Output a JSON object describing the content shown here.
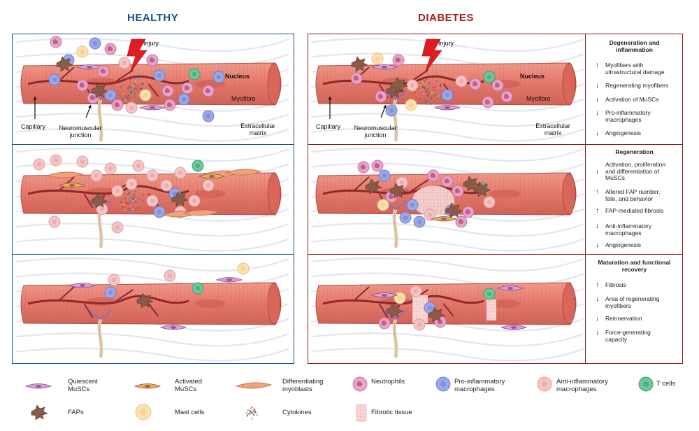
{
  "columns": {
    "healthy": "HEALTHY",
    "diabetes": "DIABETES"
  },
  "healthy_labels": {
    "injury": "Injury",
    "nucleus": "Nucleus",
    "myofibre": "Myofibre",
    "capillary": "Capillary",
    "nmj_line1": "Neuromuscular",
    "nmj_line2": "junction",
    "ecm_line1": "Extracellular",
    "ecm_line2": "matrix"
  },
  "diabetes_labels": {
    "injury": "Injury",
    "nucleus": "Nucleus",
    "myofibre": "Myofibre",
    "capillary": "Capillary",
    "nmj_line1": "Neuromuscular",
    "nmj_line2": "junction",
    "ecm_line1": "Extracellular",
    "ecm_line2": "matrix"
  },
  "sidebar": [
    {
      "title_line1": "Degeneration and",
      "title_line2": "inflammation",
      "items": [
        {
          "dir": "↑",
          "line1": "Myofibers with",
          "line2": "ultrastructural damage"
        },
        {
          "dir": "↓",
          "line1": "Regenerating myofibers",
          "line2": ""
        },
        {
          "dir": "↓",
          "line1": "Activation of MuSCs",
          "line2": ""
        },
        {
          "dir": "↓",
          "line1": "Pro-inflammatory",
          "line2": "macrophages"
        },
        {
          "dir": "↓",
          "line1": "Angiogenesis",
          "line2": ""
        }
      ]
    },
    {
      "title_line1": "Regeneration",
      "title_line2": "",
      "items": [
        {
          "dir": "↓",
          "line1": "Activation, proliferation",
          "line2": "and differentiation of",
          "line3": "MuSCs"
        },
        {
          "dir": "↑",
          "line1": "Altered FAP number,",
          "line2": "fate, and behavior"
        },
        {
          "dir": "↑",
          "line1": "FAP-mediated  fibrosis",
          "line2": ""
        },
        {
          "dir": "↓",
          "line1": "Anti-inflammatory",
          "line2": "macrophages"
        },
        {
          "dir": "↓",
          "line1": "Angiogenesis",
          "line2": ""
        }
      ]
    },
    {
      "title_line1": "Maturation and functional",
      "title_line2": "recovery",
      "items": [
        {
          "dir": "↑",
          "line1": "Fibrosis",
          "line2": ""
        },
        {
          "dir": "↓",
          "line1": "Area of regenerating",
          "line2": "myofibers"
        },
        {
          "dir": "↓",
          "line1": "Reinnervation",
          "line2": ""
        },
        {
          "dir": "↓",
          "line1": "Force-generating",
          "line2": "capacity"
        }
      ]
    }
  ],
  "legend": [
    {
      "line1": "Quiescent",
      "line2": "MuSCs",
      "icon": "quiescent-musc-icon"
    },
    {
      "line1": "Activated",
      "line2": "MuSCs",
      "icon": "activated-musc-icon"
    },
    {
      "line1": "Differentiating",
      "line2": "myoblasts",
      "icon": "myoblast-icon"
    },
    {
      "line1": "Neutrophils",
      "line2": "",
      "icon": "neutrophil-icon"
    },
    {
      "line1": "Pro-inflammatory",
      "line2": "macrophages",
      "icon": "pro-macrophage-icon"
    },
    {
      "line1": "Anti-inflammatory",
      "line2": "macrophages",
      "icon": "anti-macrophage-icon"
    },
    {
      "line1": "T cells",
      "line2": "",
      "icon": "t-cell-icon"
    },
    {
      "line1": "FAPs",
      "line2": "",
      "icon": "fap-icon"
    },
    {
      "line1": "Mast cells",
      "line2": "",
      "icon": "mast-cell-icon"
    },
    {
      "line1": "Cytokines",
      "line2": "",
      "icon": "cytokines-icon"
    },
    {
      "line1": "Fibrotic tissue",
      "line2": "",
      "icon": "fibrotic-tissue-icon"
    }
  ],
  "colors": {
    "healthy_border": "#1f4e8c",
    "diabetes_border": "#8b1a1a",
    "fiber": "#e3776a",
    "fiber_dark": "#c85a50",
    "capillary": "#8b2a2a",
    "quiescent": "#d9a0d9",
    "activated": "#f0b030",
    "myoblast": "#f2a27a",
    "neutrophil": "#e8a3c8",
    "pro_macrophage": "#9aa8e6",
    "anti_macrophage": "#f5c5c5",
    "t_cell": "#6cc79a",
    "fap": "#8a5a48",
    "mast": "#fbe3b0",
    "injury": "#e11b22"
  }
}
